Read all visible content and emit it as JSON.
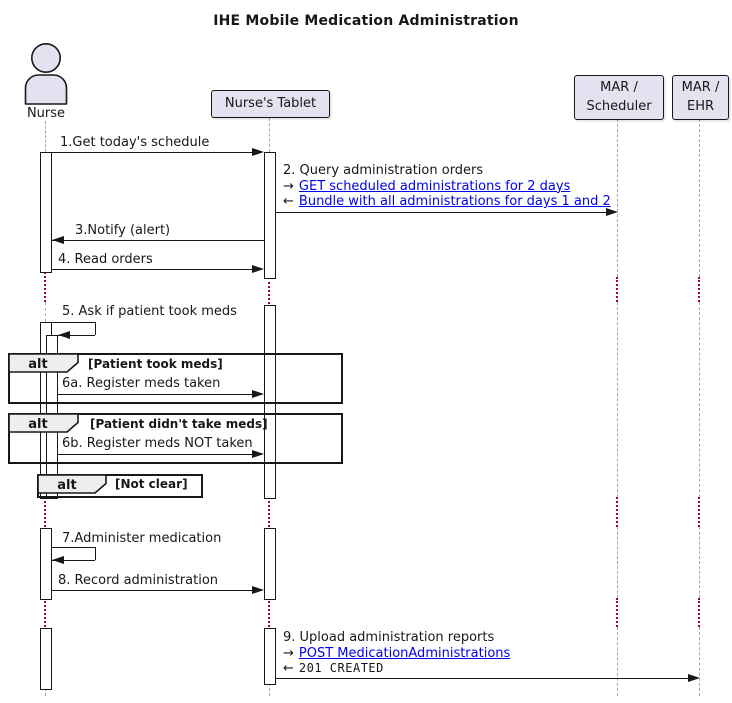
{
  "title": "IHE Mobile Medication Administration",
  "colors": {
    "participant_fill": "#E2E2F0",
    "border": "#181818",
    "frame_tab_fill": "#EEEEEE",
    "link_blue": "#0000EE",
    "lifeline_gray": "#A7A7A7",
    "delay_dot_red": "#A80036"
  },
  "participants": [
    {
      "id": "nurse",
      "type": "actor",
      "label": "Nurse"
    },
    {
      "id": "tablet",
      "type": "box",
      "label": "Nurse's Tablet"
    },
    {
      "id": "scheduler",
      "type": "box",
      "lines": [
        "MAR /",
        "Scheduler"
      ]
    },
    {
      "id": "ehr",
      "type": "box",
      "lines": [
        "MAR /",
        "EHR"
      ]
    }
  ],
  "frames": [
    {
      "keyword": "alt",
      "condition": "[Patient took meds]"
    },
    {
      "keyword": "alt",
      "condition": "[Patient didn't take meds]"
    },
    {
      "keyword": "alt",
      "condition": "[Not clear]"
    }
  ],
  "messages": [
    {
      "label": "1.Get today's schedule"
    },
    {
      "lines": [
        {
          "text": "2. Query administration orders"
        },
        {
          "prefix": "→",
          "text": "GET scheduled administrations for 2 days",
          "link": true
        },
        {
          "prefix": "←",
          "text": "Bundle with all administrations for days 1 and 2",
          "link": true
        }
      ]
    },
    {
      "label": "3.Notify (alert)"
    },
    {
      "label": "4. Read orders"
    },
    {
      "label": "5. Ask if patient took meds"
    },
    {
      "label": "6a. Register meds taken"
    },
    {
      "label": "6b. Register meds NOT taken"
    },
    {
      "label": "7.Administer medication"
    },
    {
      "label": "8. Record administration"
    },
    {
      "lines": [
        {
          "text": "9. Upload administration reports"
        },
        {
          "prefix": "→",
          "text": "POST MedicationAdministrations",
          "link": true
        },
        {
          "prefix": "←",
          "text": "201 CREATED",
          "mono": true
        }
      ]
    }
  ]
}
